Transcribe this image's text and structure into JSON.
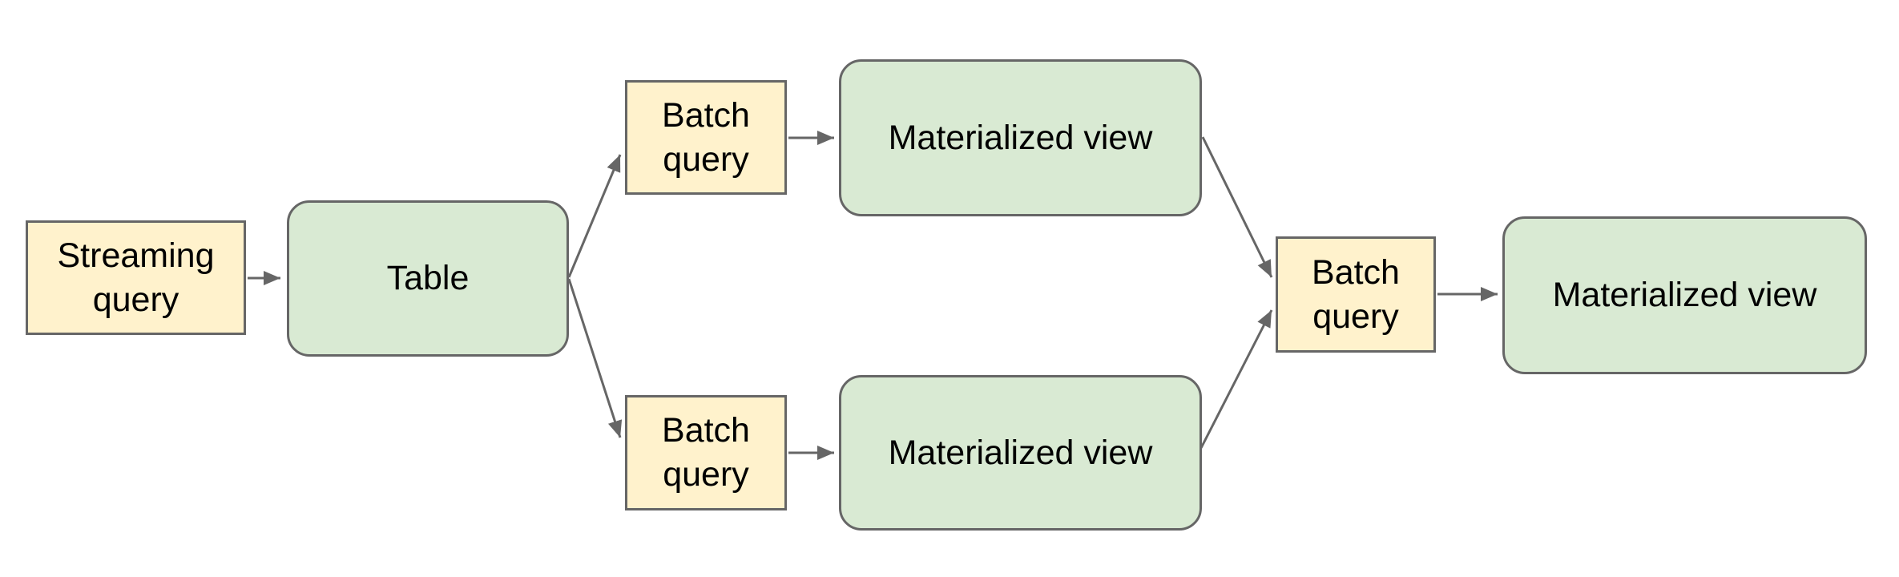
{
  "diagram": {
    "colors": {
      "query_node_fill": "#fff2cc",
      "view_node_fill": "#d9ead3",
      "node_border": "#666666",
      "arrow": "#666666",
      "text": "#000000",
      "background": "#ffffff"
    },
    "nodes": {
      "streaming_query": {
        "label": "Streaming query",
        "kind": "query"
      },
      "table": {
        "label": "Table",
        "kind": "view"
      },
      "batch_query_top": {
        "label": "Batch query",
        "kind": "query"
      },
      "materialized_view_top": {
        "label": "Materialized view",
        "kind": "view"
      },
      "batch_query_bottom": {
        "label": "Batch query",
        "kind": "query"
      },
      "materialized_view_bottom": {
        "label": "Materialized view",
        "kind": "view"
      },
      "batch_query_right": {
        "label": "Batch query",
        "kind": "query"
      },
      "materialized_view_final": {
        "label": "Materialized view",
        "kind": "view"
      }
    },
    "edges": [
      {
        "from": "streaming_query",
        "to": "table"
      },
      {
        "from": "table",
        "to": "batch_query_top"
      },
      {
        "from": "batch_query_top",
        "to": "materialized_view_top"
      },
      {
        "from": "table",
        "to": "batch_query_bottom"
      },
      {
        "from": "batch_query_bottom",
        "to": "materialized_view_bottom"
      },
      {
        "from": "materialized_view_top",
        "to": "batch_query_right"
      },
      {
        "from": "materialized_view_bottom",
        "to": "batch_query_right"
      },
      {
        "from": "batch_query_right",
        "to": "materialized_view_final"
      }
    ]
  }
}
